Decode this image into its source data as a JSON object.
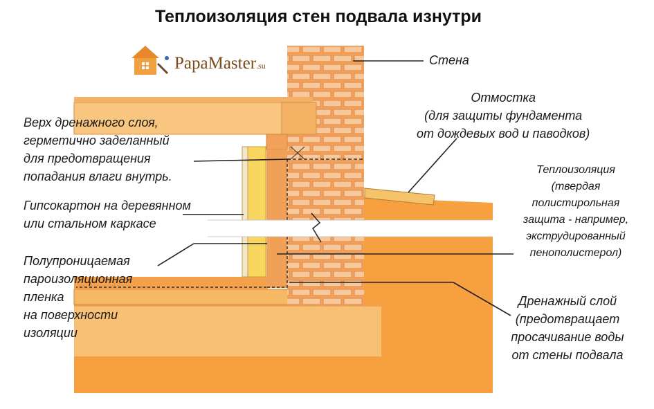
{
  "title": "Теплоизоляция стен подвала изнутри",
  "logo": {
    "papa": "Papa",
    "master": "Master",
    "suffix": ".su"
  },
  "labels": {
    "wall": "Стена",
    "otmostka": [
      "Отмостка",
      "(для защиты фундамента",
      "от дождевых вод и паводков)"
    ],
    "drain_top": [
      "Верх дренажного слоя,",
      "герметично заделанный",
      "для предотвращения",
      "попадания влаги внутрь."
    ],
    "drywall": [
      "Гипсокартон на деревянном",
      "или стальном каркасе"
    ],
    "insulation": [
      "Теплоизоляция",
      "(твердая",
      "полистирольная",
      "защита - например,",
      "экструдированный",
      "пенополистерол)"
    ],
    "membrane": [
      "Полупроницаемая",
      "пароизоляционная",
      "пленка",
      "на поверхности",
      "изоляции"
    ],
    "drain_layer": [
      "Дренажный слой",
      "(предотвращает",
      "просачивание воды",
      "от стены подвала"
    ]
  },
  "colors": {
    "brick": "#f2a55e",
    "mortar": "#f8d9b4",
    "soil": "#f8a83e",
    "slab": "#fbd08a",
    "insulation": "#f7d64a",
    "outline": "#8b5a2b"
  }
}
